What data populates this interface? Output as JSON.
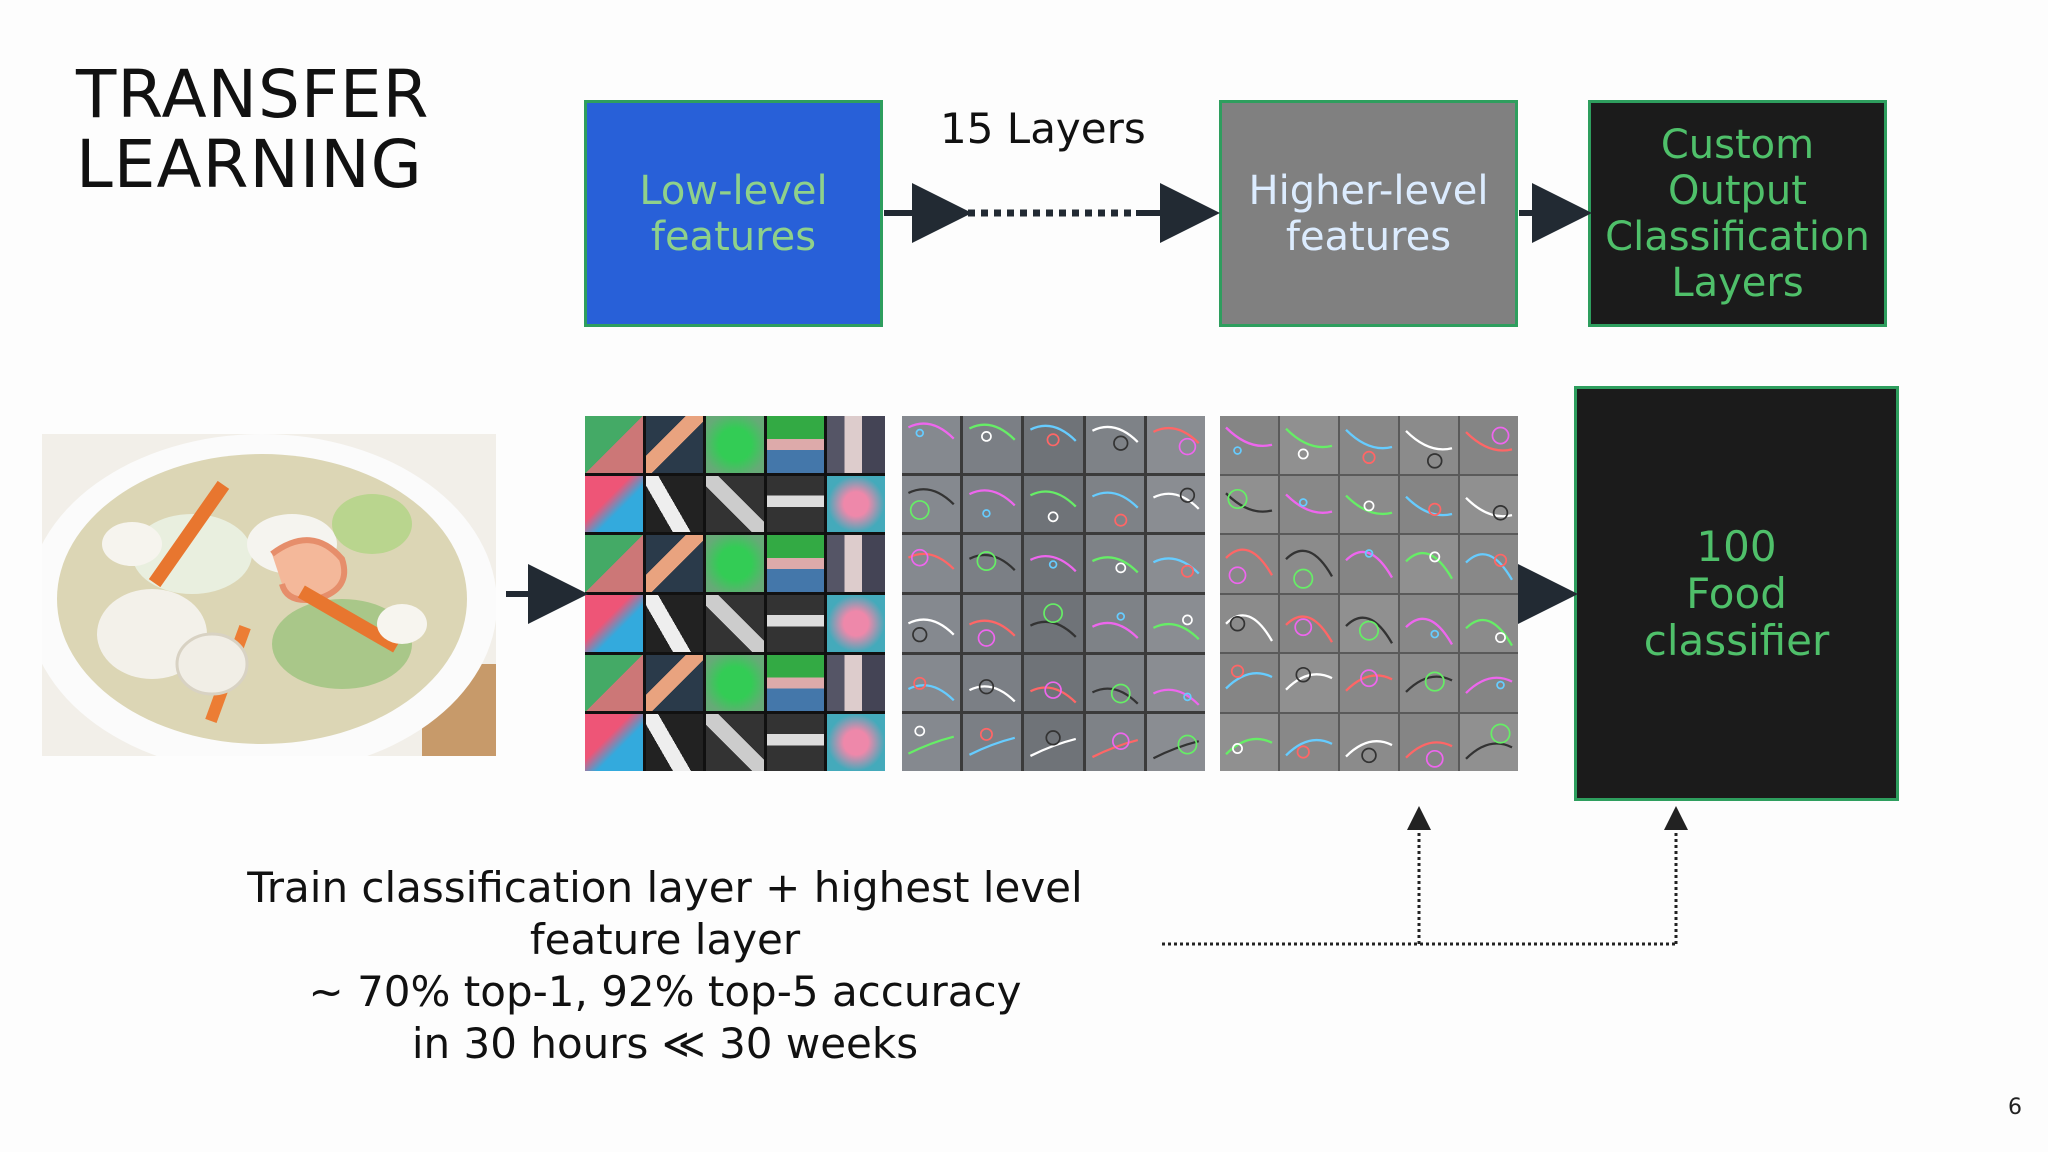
{
  "slide": {
    "title_lines": [
      "TRANSFER",
      "LEARNING"
    ],
    "page_number": "6"
  },
  "diagram": {
    "layers_label": "15 Layers",
    "low_level_box": {
      "lines": [
        "Low-level",
        "features"
      ],
      "fill": "#2860d8",
      "text_color": "#8fd18a"
    },
    "higher_level_box": {
      "lines": [
        "Higher-level",
        "features"
      ],
      "fill": "#808080",
      "text_color": "#dcecff"
    },
    "custom_output_box": {
      "lines": [
        "Custom",
        "Output",
        "Classification",
        "Layers"
      ],
      "fill": "#1b1b1b",
      "text_color": "#4fc06a"
    },
    "food_classifier_box": {
      "lines": [
        "100",
        "Food",
        "classifier"
      ],
      "fill": "#1b1b1b",
      "text_color": "#4fc06a"
    },
    "border_color": "#2e9e5e"
  },
  "images": {
    "food_photo": "food-bowl-image",
    "low_level_filters": "low-level-filter-grid",
    "mid_level_filters": "mid-level-filter-grid",
    "high_level_filters": "high-level-filter-grid"
  },
  "caption": {
    "lines": [
      "Train classification layer + highest level",
      "feature layer",
      "~ 70% top-1, 92% top-5 accuracy",
      "in 30 hours ≪ 30 weeks"
    ]
  }
}
